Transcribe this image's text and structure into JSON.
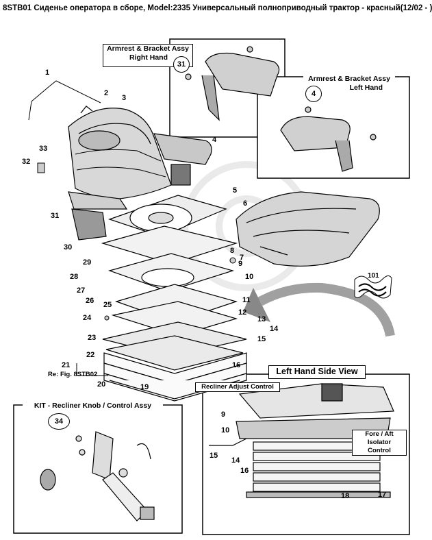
{
  "title": "8STB01 Сиденье оператора в сборе, Model:2335 Универсальный полноприводный трактор - красный(12/02 - )",
  "insets": {
    "armrest_right": {
      "title_line1": "Armrest & Bracket Assy",
      "title_line2": "Right Hand",
      "ref": "31"
    },
    "armrest_left": {
      "title_line1": "Armrest & Bracket Assy",
      "title_line2": "Left Hand",
      "ref": "4"
    },
    "kit": {
      "title": "KIT - Recliner Knob / Control Assy",
      "ref": "34"
    },
    "side_view": {
      "title": "Left Hand Side View",
      "recliner_label": "Recliner Adjust Control",
      "isolator_line1": "Fore / Aft Isolator",
      "isolator_line2": "Control"
    }
  },
  "reference_note": "Re: Fig. 8STB02",
  "badge": "101",
  "callouts": {
    "c1": "1",
    "c2": "2",
    "c3": "3",
    "c4": "4",
    "c5": "5",
    "c6": "6",
    "c7": "7",
    "c8": "8",
    "c9": "9",
    "c10": "10",
    "c11": "11",
    "c12": "12",
    "c13": "13",
    "c14": "14",
    "c15": "15",
    "c16": "16",
    "c17": "17",
    "c18": "18",
    "c19": "19",
    "c20": "20",
    "c21": "21",
    "c22": "22",
    "c23": "23",
    "c24": "24",
    "c25": "25",
    "c26": "26",
    "c27": "27",
    "c28": "28",
    "c29": "29",
    "c30": "30",
    "c31": "31",
    "c32": "32",
    "c33": "33",
    "sv9": "9",
    "sv10": "10",
    "sv14": "14",
    "sv15": "15",
    "sv16": "16",
    "sv17": "17",
    "sv18": "18"
  }
}
